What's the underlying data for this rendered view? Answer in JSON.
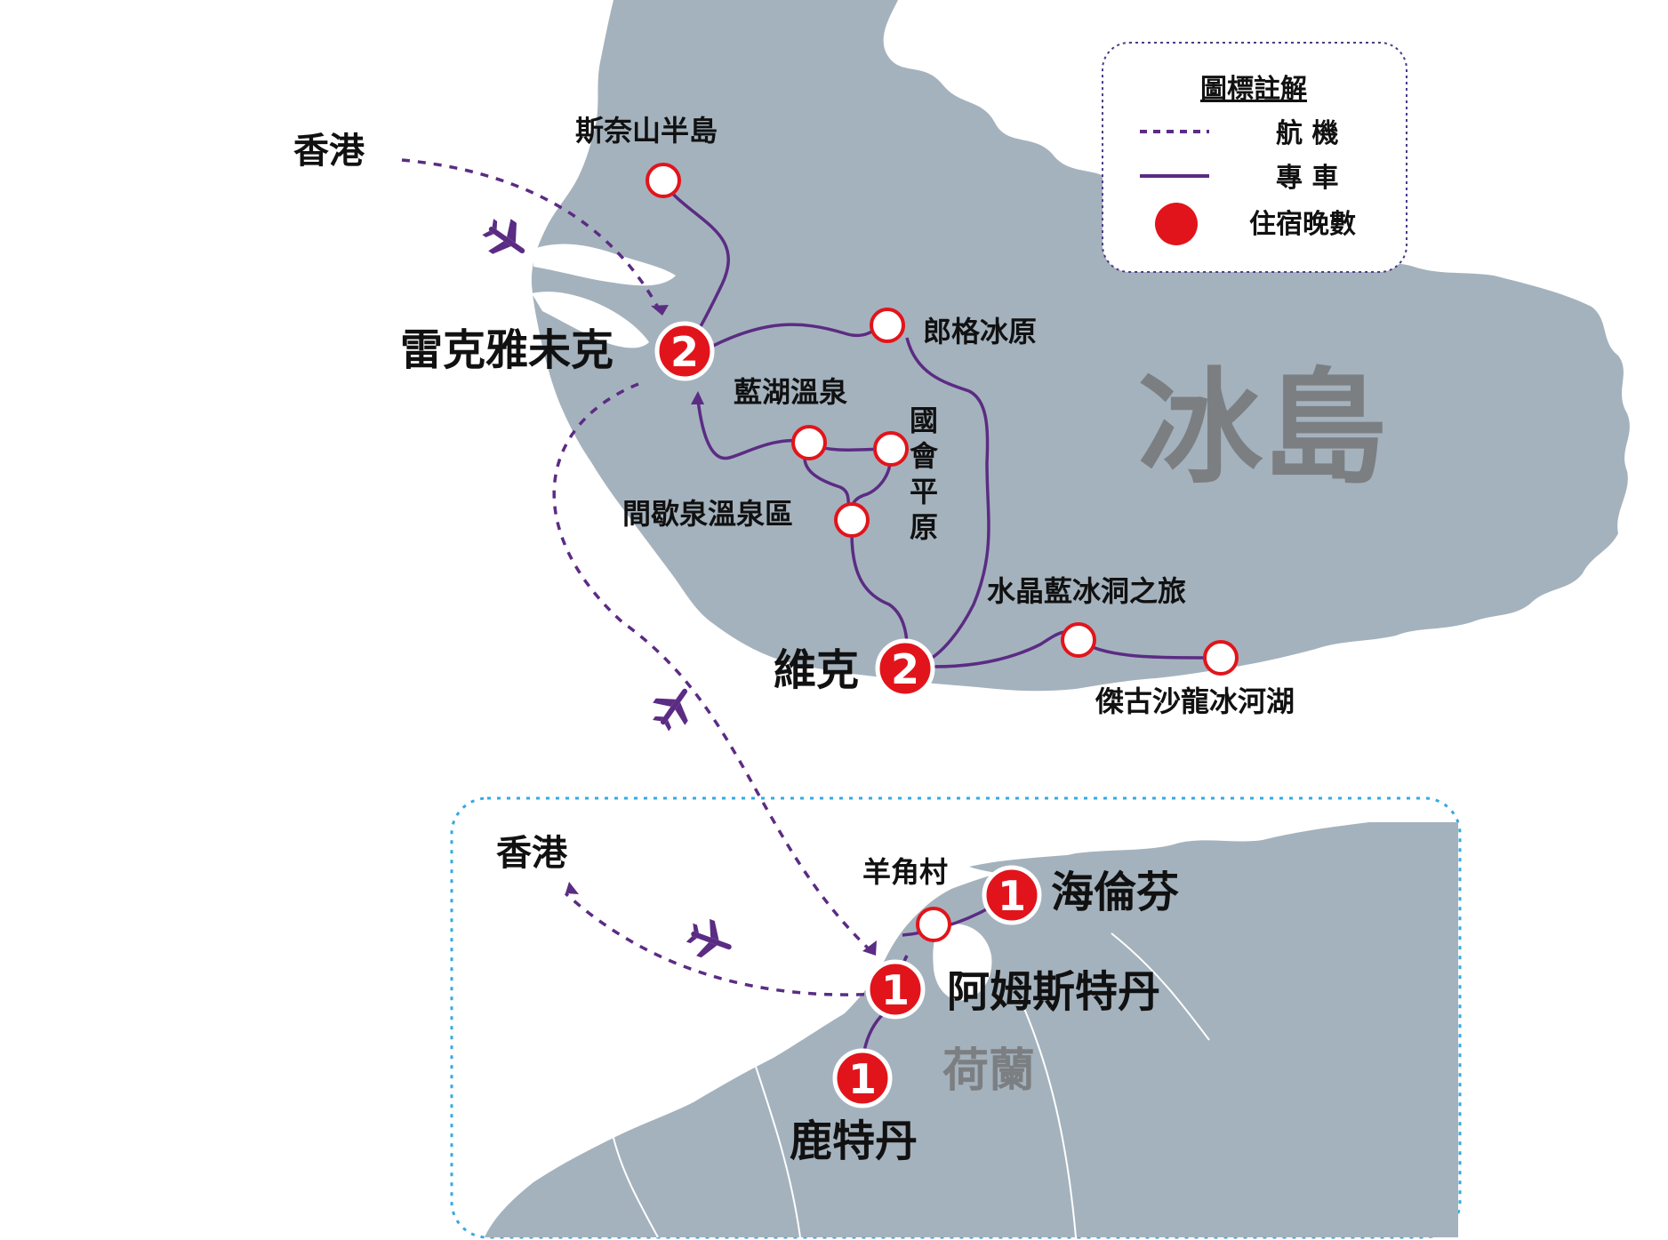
{
  "map": {
    "regions": {
      "iceland": "冰島",
      "netherlands": "荷蘭"
    },
    "origin_labels": [
      "香港",
      "香港"
    ],
    "legend": {
      "title": "圖標註解",
      "items": [
        {
          "icon": "flight-dashed-line",
          "label": "航 機"
        },
        {
          "icon": "coach-solid-line",
          "label": "專 車"
        },
        {
          "icon": "red-dot",
          "label": "住宿晚數"
        }
      ]
    },
    "overnight_stops": [
      {
        "name": "雷克雅未克",
        "nights": "2"
      },
      {
        "name": "維克",
        "nights": "2"
      },
      {
        "name": "海倫芬",
        "nights": "1"
      },
      {
        "name": "阿姆斯特丹",
        "nights": "1"
      },
      {
        "name": "鹿特丹",
        "nights": "1"
      }
    ],
    "sights": [
      {
        "name": "斯奈山半島"
      },
      {
        "name": "郎格冰原"
      },
      {
        "name": "藍湖溫泉"
      },
      {
        "name": "國會平原",
        "chars": [
          "國",
          "會",
          "平",
          "原"
        ]
      },
      {
        "name": "間歇泉溫泉區"
      },
      {
        "name": "水晶藍冰洞之旅"
      },
      {
        "name": "傑古沙龍冰河湖"
      },
      {
        "name": "羊角村"
      }
    ],
    "colors": {
      "land": "#a4b2bd",
      "route": "#5b2c83",
      "stop_red": "#e2141b",
      "inset_border": "#36a9e1",
      "legend_border": "#4b3a86"
    }
  }
}
